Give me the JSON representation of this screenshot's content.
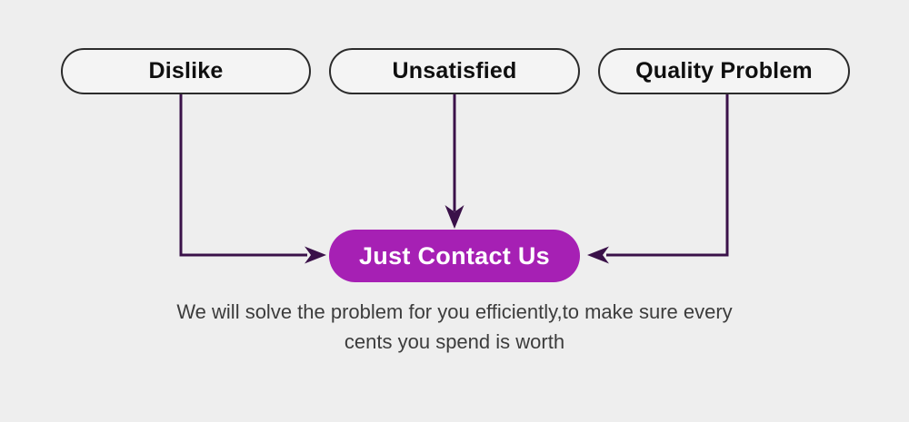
{
  "colors": {
    "background": "#eeeeee",
    "pill_fill": "#f4f4f4",
    "pill_border": "#2b2b2b",
    "pill_text": "#0f0f0f",
    "arrow": "#3a1149",
    "cta_fill": "#a620b4",
    "cta_text": "#ffffff",
    "caption_text": "#3c3c3c"
  },
  "nodes": {
    "sources": [
      {
        "label": "Dislike"
      },
      {
        "label": "Unsatisfied"
      },
      {
        "label": "Quality Problem"
      }
    ],
    "cta": {
      "label": "Just Contact Us"
    }
  },
  "caption": {
    "lines": [
      "We will solve the problem for you efficiently,to make sure every",
      "cents you spend is worth"
    ]
  }
}
